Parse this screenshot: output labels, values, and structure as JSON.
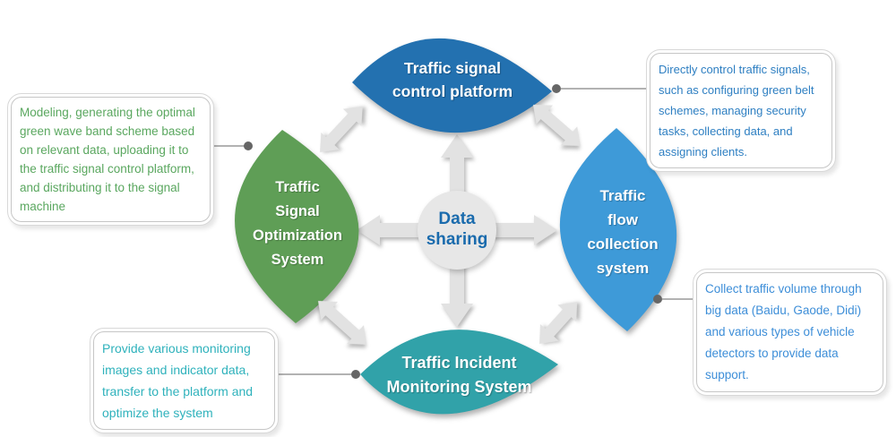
{
  "diagram_title": "Data sharing traffic systems diagram",
  "center": {
    "lines": [
      "Data",
      "sharing"
    ],
    "text_color": "#1a6bad"
  },
  "segments": {
    "north": {
      "lines": [
        "Traffic signal",
        "control platform"
      ],
      "color": "#2371b0"
    },
    "east": {
      "lines": [
        "Traffic",
        "flow",
        "collection",
        "system"
      ],
      "color": "#3e9ad8"
    },
    "south": {
      "lines": [
        "Traffic Incident",
        "Monitoring System"
      ],
      "color": "#31a2a9"
    },
    "west": {
      "lines": [
        "Traffic",
        "Signal",
        "Optimization",
        "System"
      ],
      "color": "#5f9e56"
    }
  },
  "callouts": {
    "top_left": {
      "text": "Modeling, generating the optimal green wave band scheme based on relevant data, uploading it to the traffic signal control platform, and distributing it to the signal machine",
      "color": "#5aa75f"
    },
    "top_right": {
      "text": "Directly control traffic signals, such as configuring green belt schemes, managing security tasks, collecting data, and assigning clients.",
      "color": "#2e7fc2"
    },
    "bottom_left": {
      "text": "Provide various monitoring images and indicator data, transfer to the platform and optimize the system",
      "color": "#2fb2bc"
    },
    "bottom_right": {
      "text": "Collect traffic volume through big data (Baidu, Gaode, Didi) and various types of vehicle detectors to provide data support.",
      "color": "#3d8ed8"
    }
  },
  "icons": {
    "cross_arrows": "four-direction-arrows",
    "double_arrow": "double-headed-diagonal-arrow",
    "connector_dot": "small-circle-endpoint"
  },
  "colors": {
    "hub_fill": "#e7e7e7",
    "arrow_fill": "#e2e2e2",
    "connector": "#999999",
    "dot": "#666666",
    "background": "#ffffff"
  }
}
